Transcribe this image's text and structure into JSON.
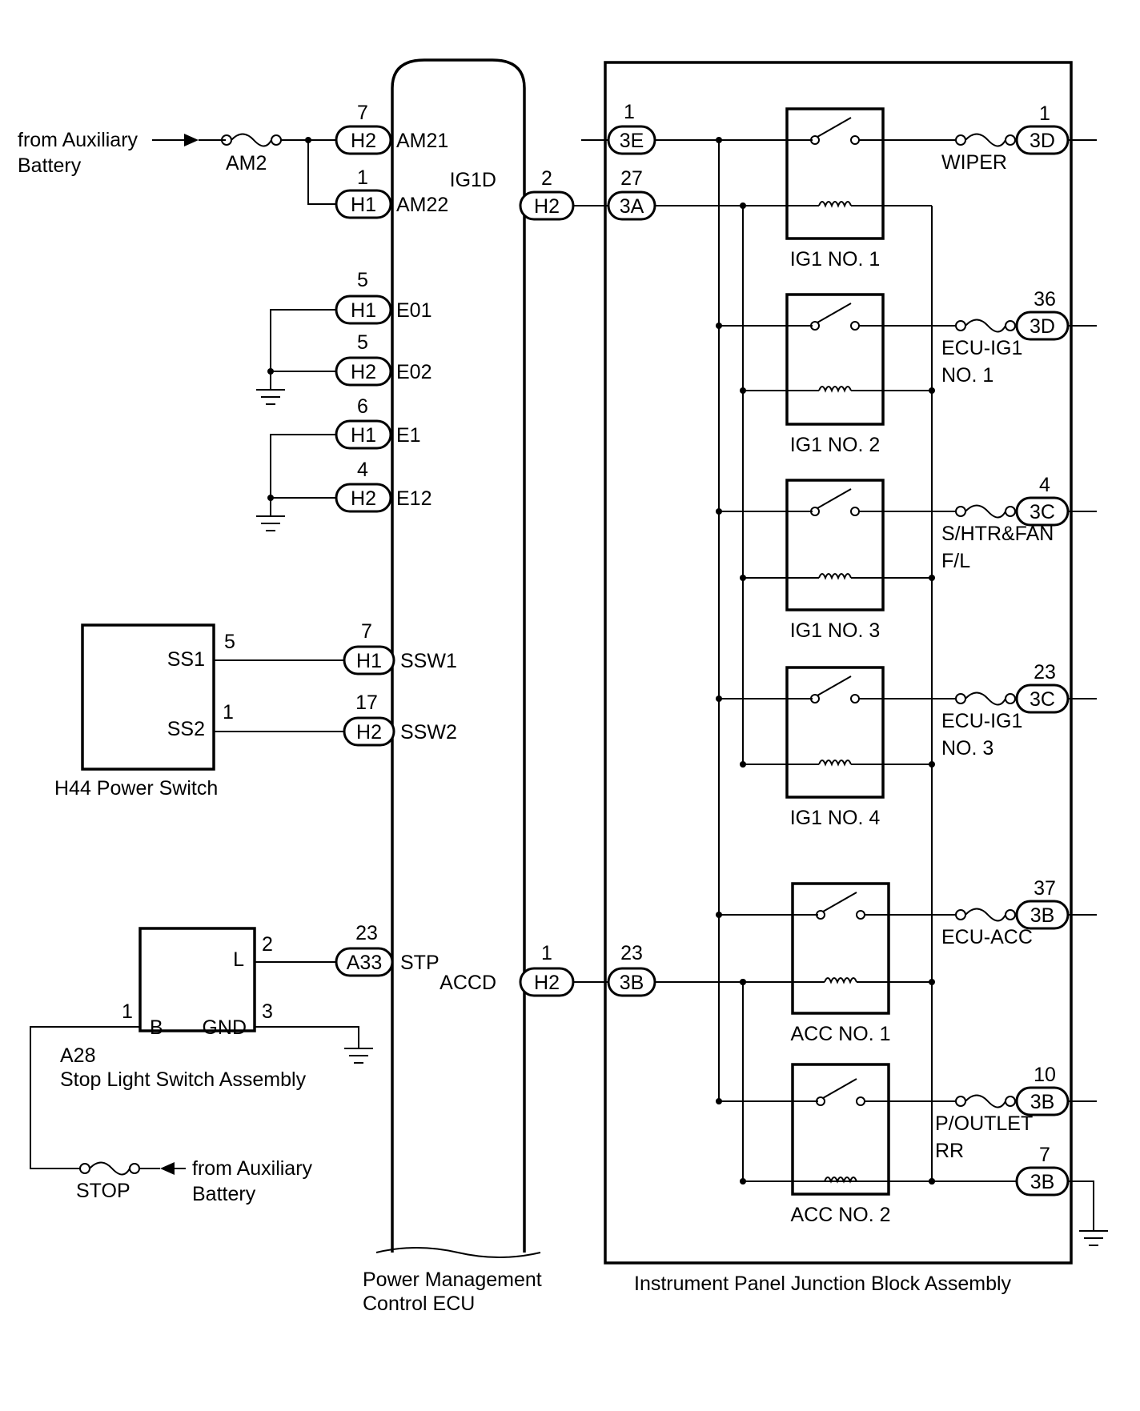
{
  "colors": {
    "line": "#000000",
    "background": "#ffffff"
  },
  "labels": {
    "from_aux_1": "from Auxiliary",
    "from_aux_2": "Battery",
    "am2": "AM2",
    "ecu_name_1": "Power Management",
    "ecu_name_2": "Control ECU",
    "jb_name": "Instrument Panel Junction Block Assembly",
    "power_switch": "H44  Power Switch",
    "stop_switch_code": "A28",
    "stop_switch_name": "Stop Light Switch Assembly",
    "stop_fuse": "STOP",
    "from_aux_b1": "from Auxiliary",
    "from_aux_b2": "Battery"
  },
  "ecu_left_terminals": [
    {
      "pin": "7",
      "connector": "H2",
      "name": "AM21"
    },
    {
      "pin": "1",
      "connector": "H1",
      "name": "AM22"
    },
    {
      "pin": "5",
      "connector": "H1",
      "name": "E01"
    },
    {
      "pin": "5",
      "connector": "H2",
      "name": "E02"
    },
    {
      "pin": "6",
      "connector": "H1",
      "name": "E1"
    },
    {
      "pin": "4",
      "connector": "H2",
      "name": "E12"
    },
    {
      "pin": "7",
      "connector": "H1",
      "name": "SSW1"
    },
    {
      "pin": "17",
      "connector": "H2",
      "name": "SSW2"
    },
    {
      "pin": "23",
      "connector": "A33",
      "name": "STP"
    }
  ],
  "ecu_right_terminals": [
    {
      "pin": "2",
      "connector": "H2",
      "name": "IG1D"
    },
    {
      "pin": "1",
      "connector": "H2",
      "name": "ACCD"
    }
  ],
  "jb_left_terminals": [
    {
      "pin": "1",
      "connector": "3E"
    },
    {
      "pin": "27",
      "connector": "3A"
    },
    {
      "pin": "23",
      "connector": "3B"
    }
  ],
  "jb_right_terminals": [
    {
      "pin": "1",
      "connector": "3D"
    },
    {
      "pin": "36",
      "connector": "3D"
    },
    {
      "pin": "4",
      "connector": "3C"
    },
    {
      "pin": "23",
      "connector": "3C"
    },
    {
      "pin": "37",
      "connector": "3B"
    },
    {
      "pin": "10",
      "connector": "3B"
    },
    {
      "pin": "7",
      "connector": "3B"
    }
  ],
  "relays": [
    "IG1 NO. 1",
    "IG1 NO. 2",
    "IG1 NO. 3",
    "IG1 NO. 4",
    "ACC NO. 1",
    "ACC NO. 2"
  ],
  "fuses": [
    {
      "line1": "WIPER",
      "line2": ""
    },
    {
      "line1": "ECU-IG1",
      "line2": "NO. 1"
    },
    {
      "line1": "S/HTR&FAN",
      "line2": "F/L"
    },
    {
      "line1": "ECU-IG1",
      "line2": "NO. 3"
    },
    {
      "line1": "ECU-ACC",
      "line2": ""
    },
    {
      "line1": "P/OUTLET",
      "line2": "RR"
    }
  ],
  "power_switch": {
    "pins": [
      "SS1",
      "SS2"
    ],
    "pin_numbers": [
      "5",
      "1"
    ]
  },
  "stop_switch": {
    "pins": [
      "L",
      "B",
      "GND"
    ],
    "pin_numbers": [
      "2",
      "1",
      "3"
    ]
  }
}
